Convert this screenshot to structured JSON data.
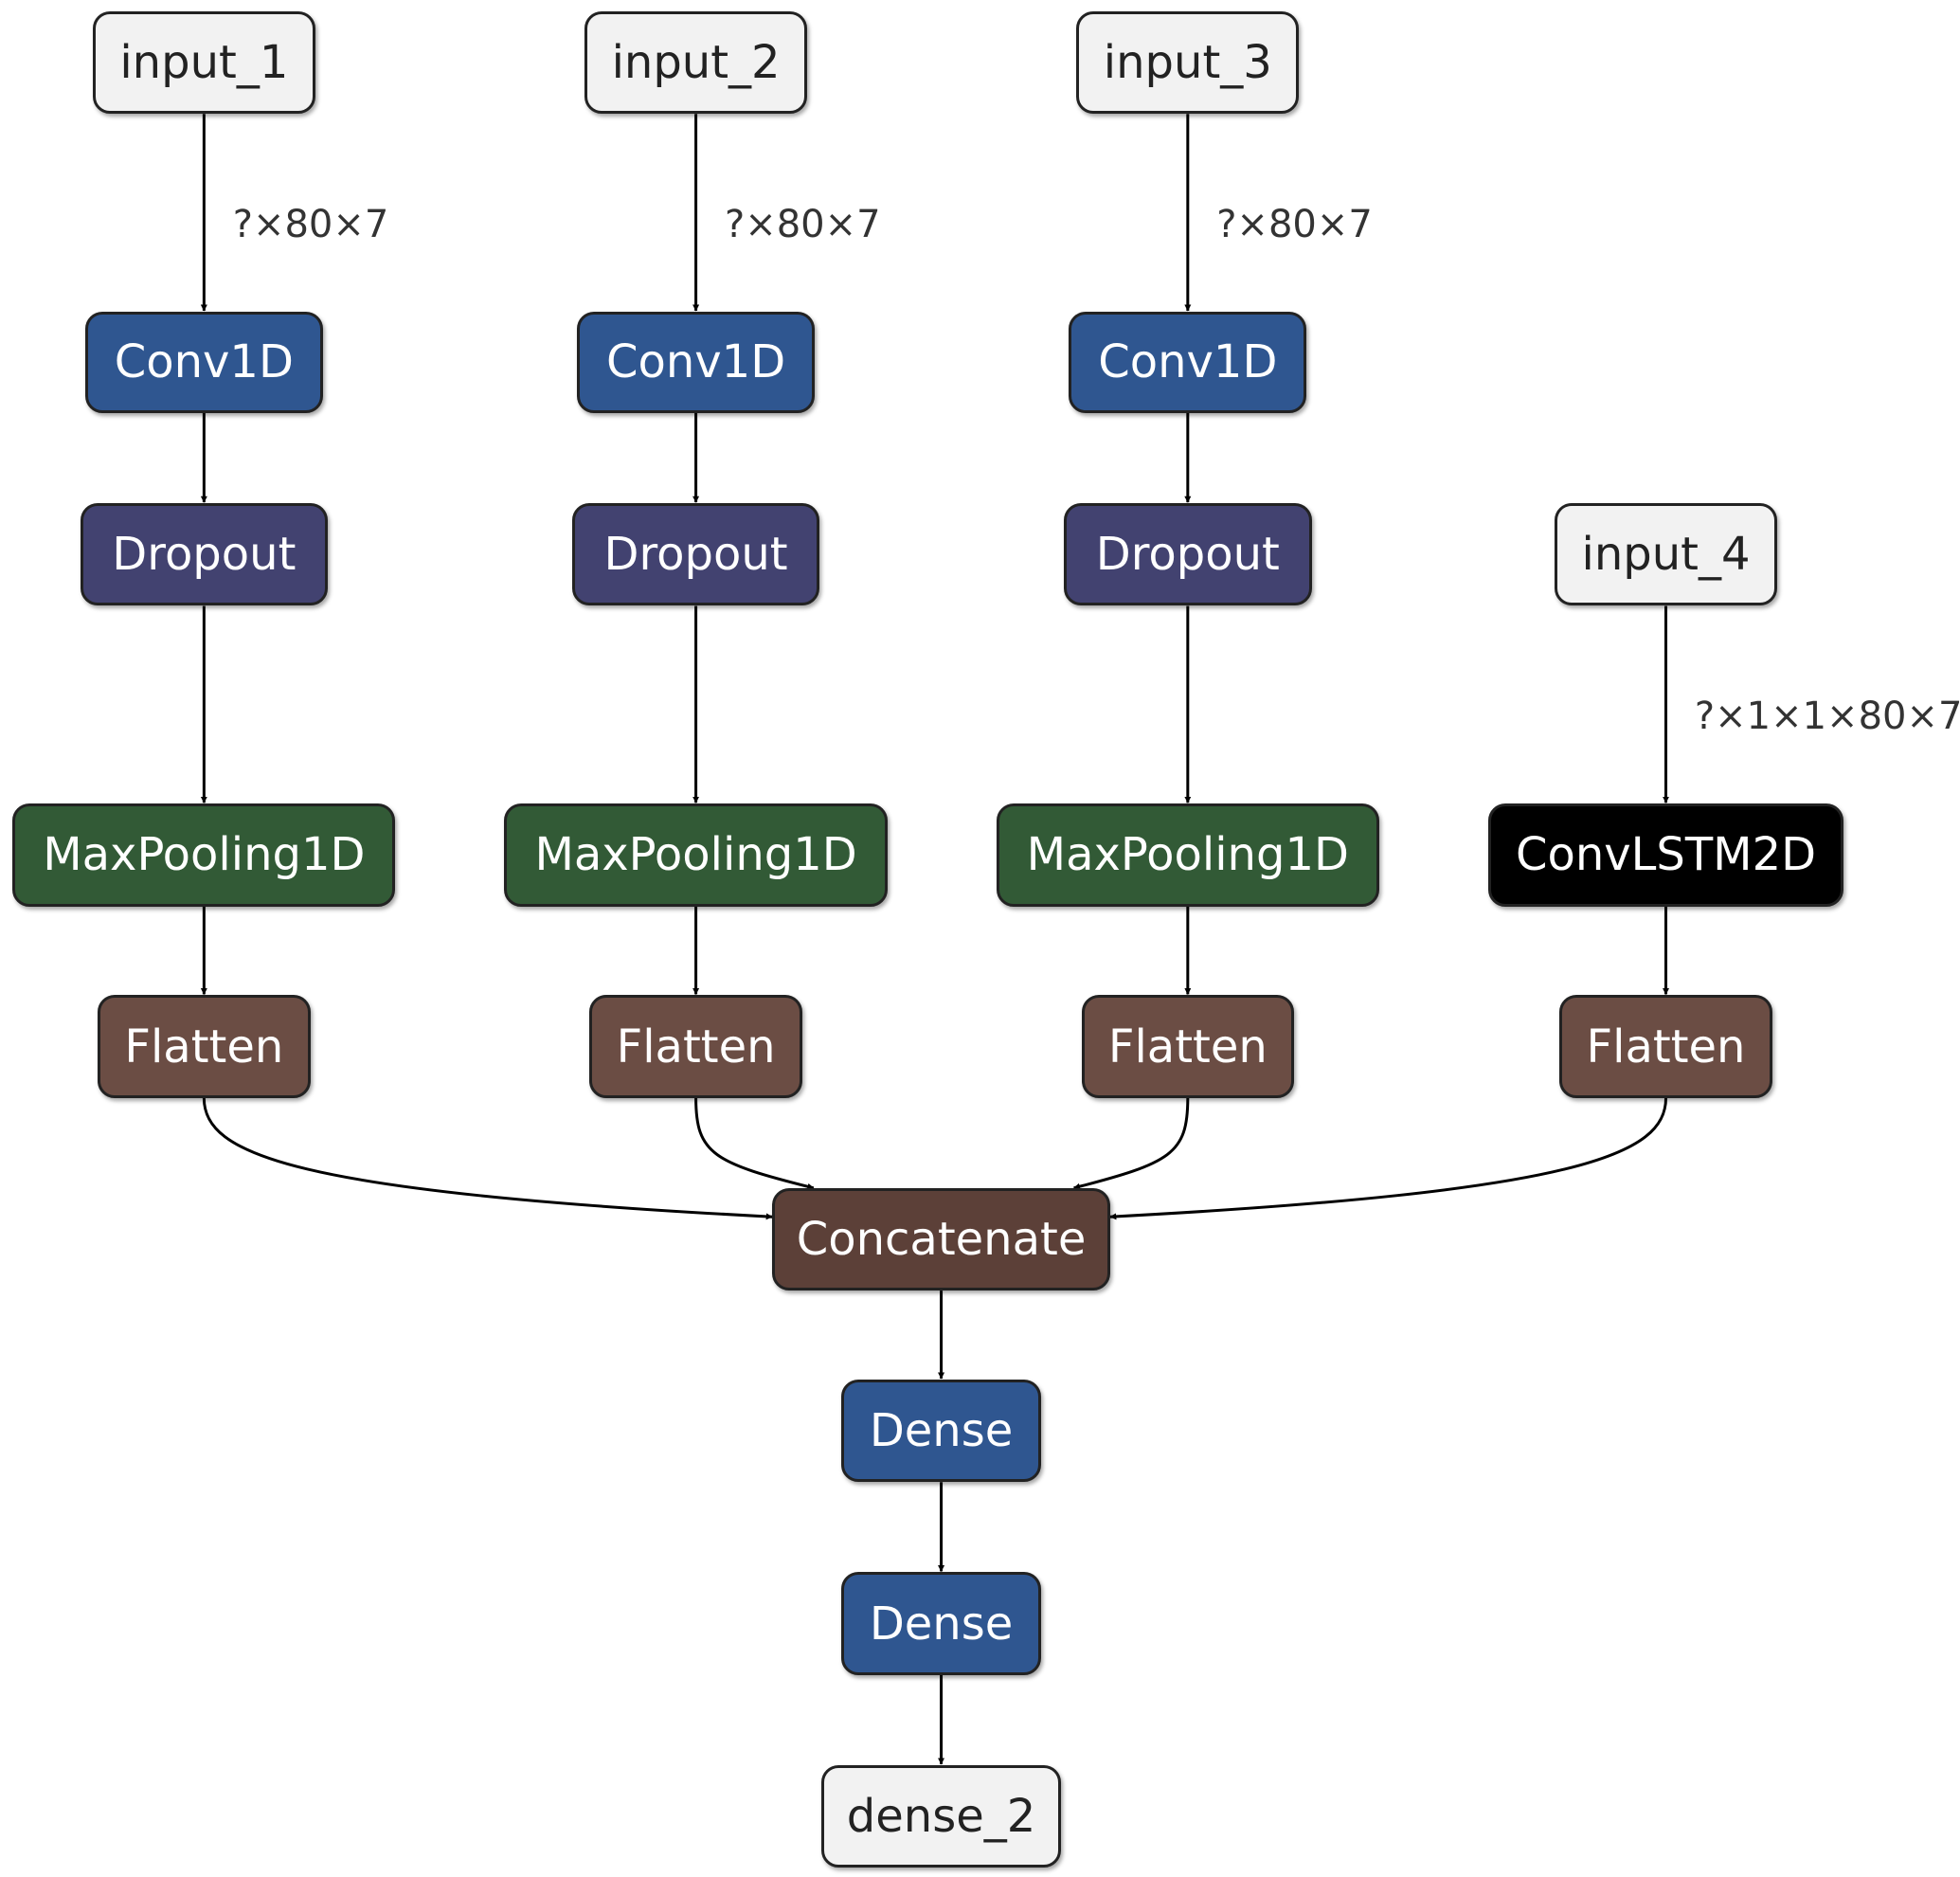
{
  "colors": {
    "input": "#f2f2f2",
    "conv1d": "#2f5690",
    "dropout": "#424270",
    "maxpooling": "#325a36",
    "flatten": "#6b4d44",
    "convlstm": "#000000",
    "concatenate": "#5c4038",
    "dense": "#2f5690",
    "edge": "#000000"
  },
  "nodes": [
    {
      "id": "input_1",
      "label": "input_1",
      "type": "input"
    },
    {
      "id": "input_2",
      "label": "input_2",
      "type": "input"
    },
    {
      "id": "input_3",
      "label": "input_3",
      "type": "input"
    },
    {
      "id": "conv1d_1",
      "label": "Conv1D",
      "type": "conv1d"
    },
    {
      "id": "conv1d_2",
      "label": "Conv1D",
      "type": "conv1d"
    },
    {
      "id": "conv1d_3",
      "label": "Conv1D",
      "type": "conv1d"
    },
    {
      "id": "dropout_1",
      "label": "Dropout",
      "type": "dropout"
    },
    {
      "id": "dropout_2",
      "label": "Dropout",
      "type": "dropout"
    },
    {
      "id": "dropout_3",
      "label": "Dropout",
      "type": "dropout"
    },
    {
      "id": "input_4",
      "label": "input_4",
      "type": "input"
    },
    {
      "id": "maxpool_1",
      "label": "MaxPooling1D",
      "type": "maxpooling"
    },
    {
      "id": "maxpool_2",
      "label": "MaxPooling1D",
      "type": "maxpooling"
    },
    {
      "id": "maxpool_3",
      "label": "MaxPooling1D",
      "type": "maxpooling"
    },
    {
      "id": "convlstm",
      "label": "ConvLSTM2D",
      "type": "convlstm"
    },
    {
      "id": "flatten_1",
      "label": "Flatten",
      "type": "flatten"
    },
    {
      "id": "flatten_2",
      "label": "Flatten",
      "type": "flatten"
    },
    {
      "id": "flatten_3",
      "label": "Flatten",
      "type": "flatten"
    },
    {
      "id": "flatten_4",
      "label": "Flatten",
      "type": "flatten"
    },
    {
      "id": "concatenate",
      "label": "Concatenate",
      "type": "concatenate"
    },
    {
      "id": "dense_a",
      "label": "Dense",
      "type": "dense"
    },
    {
      "id": "dense_b",
      "label": "Dense",
      "type": "dense"
    },
    {
      "id": "dense_2",
      "label": "dense_2",
      "type": "input"
    }
  ],
  "edges": [
    {
      "from": "input_1",
      "to": "conv1d_1",
      "label": "?×80×7"
    },
    {
      "from": "input_2",
      "to": "conv1d_2",
      "label": "?×80×7"
    },
    {
      "from": "input_3",
      "to": "conv1d_3",
      "label": "?×80×7"
    },
    {
      "from": "conv1d_1",
      "to": "dropout_1",
      "label": ""
    },
    {
      "from": "conv1d_2",
      "to": "dropout_2",
      "label": ""
    },
    {
      "from": "conv1d_3",
      "to": "dropout_3",
      "label": ""
    },
    {
      "from": "dropout_1",
      "to": "maxpool_1",
      "label": ""
    },
    {
      "from": "dropout_2",
      "to": "maxpool_2",
      "label": ""
    },
    {
      "from": "dropout_3",
      "to": "maxpool_3",
      "label": ""
    },
    {
      "from": "input_4",
      "to": "convlstm",
      "label": "?×1×1×80×7"
    },
    {
      "from": "maxpool_1",
      "to": "flatten_1",
      "label": ""
    },
    {
      "from": "maxpool_2",
      "to": "flatten_2",
      "label": ""
    },
    {
      "from": "maxpool_3",
      "to": "flatten_3",
      "label": ""
    },
    {
      "from": "convlstm",
      "to": "flatten_4",
      "label": ""
    },
    {
      "from": "flatten_1",
      "to": "concatenate",
      "label": ""
    },
    {
      "from": "flatten_2",
      "to": "concatenate",
      "label": ""
    },
    {
      "from": "flatten_3",
      "to": "concatenate",
      "label": ""
    },
    {
      "from": "flatten_4",
      "to": "concatenate",
      "label": ""
    },
    {
      "from": "concatenate",
      "to": "dense_a",
      "label": ""
    },
    {
      "from": "dense_a",
      "to": "dense_b",
      "label": ""
    },
    {
      "from": "dense_b",
      "to": "dense_2",
      "label": ""
    }
  ]
}
